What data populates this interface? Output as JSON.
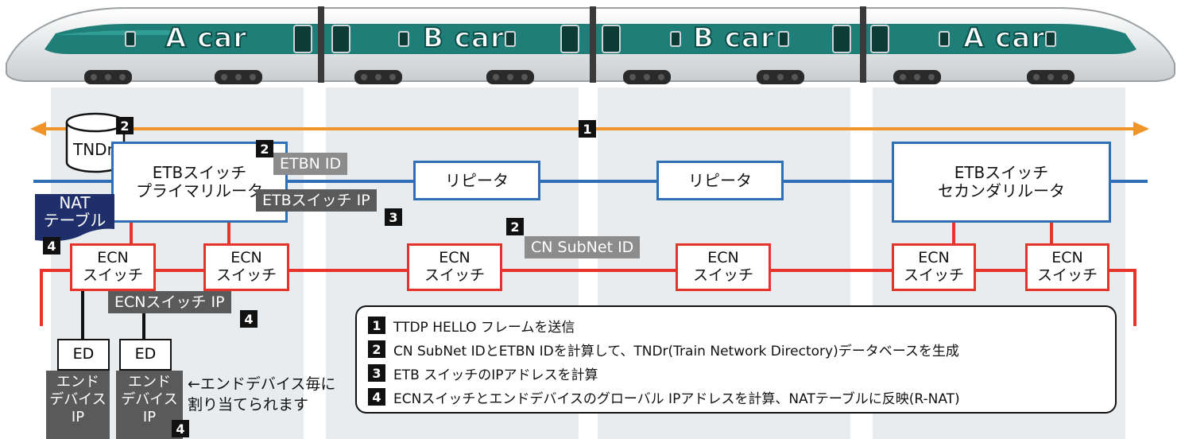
{
  "cars": [
    "A car",
    "B car",
    "B car",
    "A car"
  ],
  "step1_marker": "1",
  "tndr": {
    "label": "TNDr",
    "marker": "2"
  },
  "primary_router": {
    "label": "ETBスイッチ\nプライマリルータ",
    "etbn_tag": "ETBN ID",
    "etbn_marker": "2",
    "ip_tag": "ETBスイッチ IP",
    "ip_marker": "3"
  },
  "secondary_router": {
    "label": "ETBスイッチ\nセカンダリルータ"
  },
  "repeaters": [
    "リピータ",
    "リピータ"
  ],
  "nat_table": {
    "label": "NAT\nテーブル",
    "marker": "4"
  },
  "cn_subnet": {
    "tag": "CN SubNet ID",
    "marker": "2"
  },
  "ecn_switches": [
    "ECN\nスイッチ",
    "ECN\nスイッチ",
    "ECN\nスイッチ",
    "ECN\nスイッチ",
    "ECN\nスイッチ",
    "ECN\nスイッチ"
  ],
  "ecn_ip": {
    "tag": "ECNスイッチ IP",
    "marker": "4"
  },
  "end_devices": [
    {
      "label": "ED",
      "ip": "エンド\nデバイス\nIP"
    },
    {
      "label": "ED",
      "ip": "エンド\nデバイス\nIP",
      "marker": "4"
    }
  ],
  "end_device_note": "←エンドデバイス毎に\n割り当てられます",
  "legend": [
    {
      "num": "1",
      "text": "TTDP HELLO フレームを送信"
    },
    {
      "num": "2",
      "text": "CN SubNet IDとETBN IDを計算して、TNDr(Train Network Directory)データベースを生成"
    },
    {
      "num": "3",
      "text": "ETB スイッチのIPアドレスを計算"
    },
    {
      "num": "4",
      "text": "ECNスイッチとエンドデバイスのグローバル IPアドレスを計算、NATテーブルに反映(R-NAT)"
    }
  ],
  "colors": {
    "etb_line": "#2e6fb5",
    "ecn_line": "#e8332d",
    "ttdp_arrow": "#f0952a",
    "train_body": "#e6e9eb",
    "train_band": "#1f7f78",
    "nat_bg": "#1e2f6b"
  }
}
